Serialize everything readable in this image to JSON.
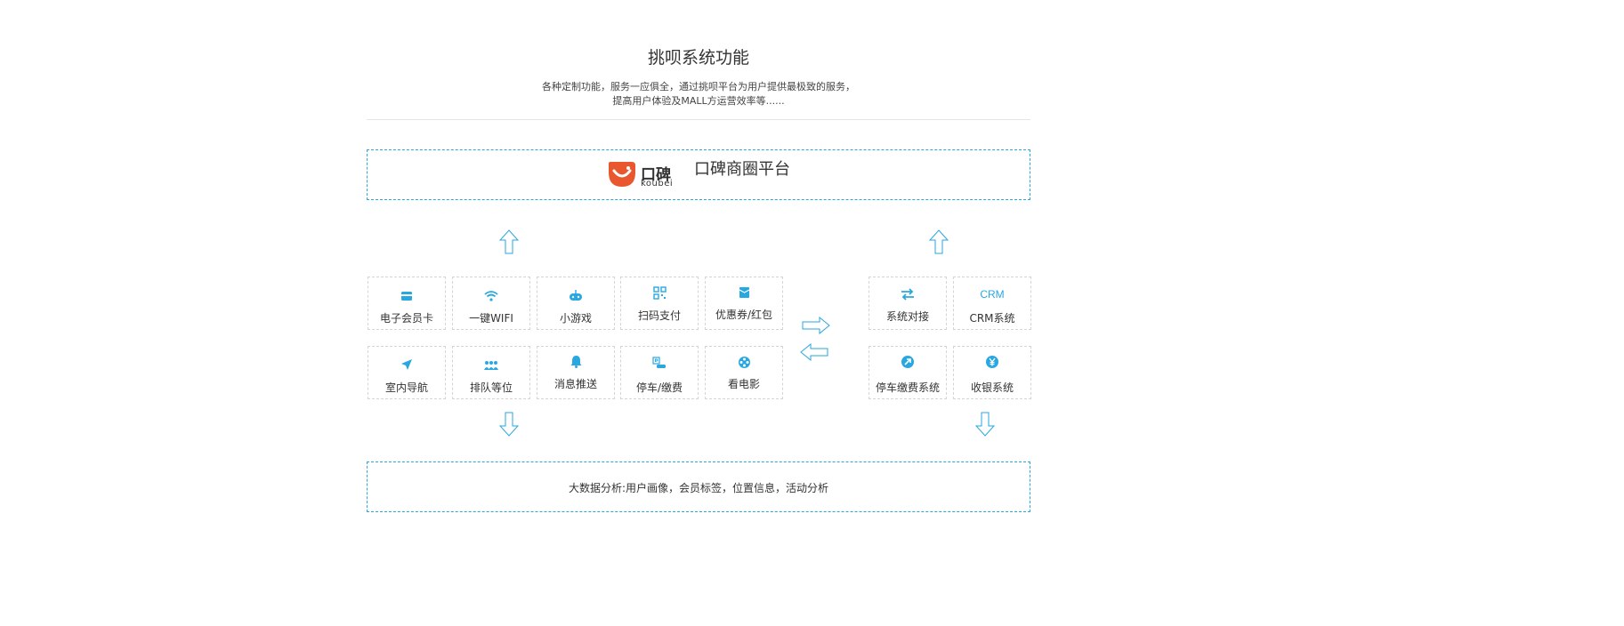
{
  "header": {
    "title": "挑呗系统功能",
    "subtitle_line1": "各种定制功能，服务一应俱全，通过挑呗平台为用户提供最极致的服务，",
    "subtitle_line2": "提高用户体验及MALL方运营效率等......"
  },
  "platform": {
    "logo_cn": "口碑",
    "logo_en": "koubei",
    "name": "口碑商圈平台"
  },
  "left_grid": [
    {
      "label": "电子会员卡",
      "icon": "card-icon"
    },
    {
      "label": "一键WIFI",
      "icon": "wifi-icon"
    },
    {
      "label": "小游戏",
      "icon": "gamepad-icon"
    },
    {
      "label": "扫码支付",
      "icon": "qrcode-icon"
    },
    {
      "label": "优惠券/红包",
      "icon": "coupon-icon"
    },
    {
      "label": "室内导航",
      "icon": "navigation-icon"
    },
    {
      "label": "排队等位",
      "icon": "queue-icon"
    },
    {
      "label": "消息推送",
      "icon": "bell-icon"
    },
    {
      "label": "停车/缴费",
      "icon": "parking-icon"
    },
    {
      "label": "看电影",
      "icon": "film-icon"
    }
  ],
  "right_grid": [
    {
      "label": "系统对接",
      "icon": "exchange-icon"
    },
    {
      "label": "CRM系统",
      "icon_text": "CRM"
    },
    {
      "label": "停车缴费系统",
      "icon": "parking-pay-icon"
    },
    {
      "label": "收银系统",
      "icon": "yen-icon"
    }
  ],
  "bottom": {
    "text": "大数据分析:用户画像，会员标签，位置信息，活动分析"
  },
  "colors": {
    "accent": "#29a7e1",
    "logo_red": "#e8572e",
    "cell_border": "#d4d4d4"
  }
}
